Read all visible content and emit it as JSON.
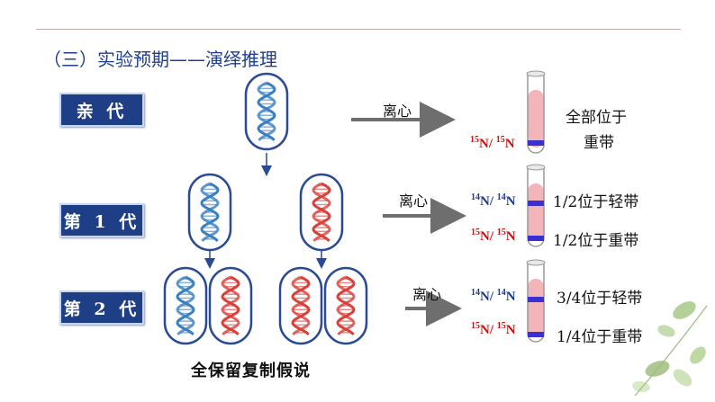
{
  "title": "（三）实验预期——演绎推理",
  "generations": [
    {
      "label": "亲  代"
    },
    {
      "label": "第 1 代"
    },
    {
      "label": "第 2 代"
    }
  ],
  "centrifuge_label": "离心",
  "results": {
    "parent": {
      "tube_labels": [
        {
          "text": "N/ ",
          "iso1": "15",
          "iso2": "15",
          "tail": "N"
        }
      ],
      "text_lines": [
        "全部位于",
        "重带"
      ]
    },
    "gen1": {
      "light_label": {
        "iso1": "14",
        "mid": "N/ ",
        "iso2": "14",
        "tail": "N"
      },
      "heavy_label": {
        "iso1": "15",
        "mid": "N/ ",
        "iso2": "15",
        "tail": "N"
      },
      "light_text": "1/2位于轻带",
      "heavy_text": "1/2位于重带"
    },
    "gen2": {
      "light_label": {
        "iso1": "14",
        "mid": "N/ ",
        "iso2": "14",
        "tail": "N"
      },
      "heavy_label": {
        "iso1": "15",
        "mid": "N/ ",
        "iso2": "15",
        "tail": "N"
      },
      "light_text": "3/4位于轻带",
      "heavy_text": "1/4位于重带"
    }
  },
  "hypothesis": "全保留复制假说",
  "colors": {
    "title": "#1f3f8f",
    "gen_box": "#1e3e86",
    "cell_border": "#2a4a96",
    "dna_blue": "#3a7fc0",
    "dna_red": "#d9403a",
    "band": "#3a2fd0",
    "tube_liquid": "#f2b5b9",
    "arrow": "#6e6e6e"
  }
}
